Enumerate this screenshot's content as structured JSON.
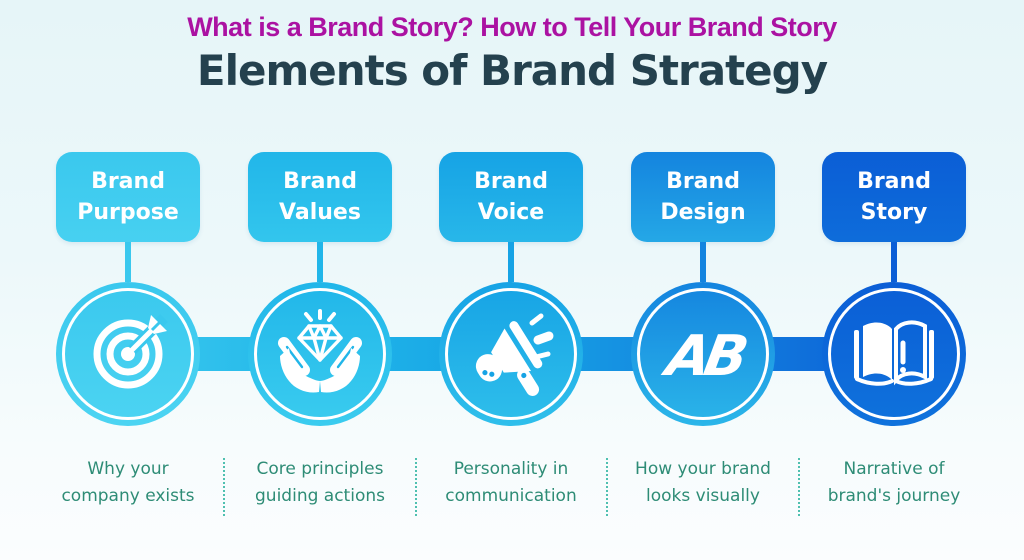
{
  "page": {
    "headline": "What is a Brand Story? How to Tell Your Brand Story",
    "title": "Elements of Brand Strategy",
    "headline_color": "#AB12A2",
    "title_color": "#24414E",
    "description_color": "#2E8C76",
    "divider_color": "#4FC0B0",
    "background_top": "#E6F5F8",
    "background_bottom": "#FBFDFE"
  },
  "elements": [
    {
      "label": "Brand Purpose",
      "label_lines": [
        "Brand",
        "Purpose"
      ],
      "icon": "target-dart-icon",
      "description": "Why your company exists",
      "description_lines": [
        "Why your",
        "company exists"
      ],
      "color": "#3AC8EE",
      "color_light": "#4CD4F2"
    },
    {
      "label": "Brand Values",
      "label_lines": [
        "Brand",
        "Values"
      ],
      "icon": "hands-diamond-icon",
      "description": "Core principles guiding actions",
      "description_lines": [
        "Core principles",
        "guiding actions"
      ],
      "color": "#21B6E9",
      "color_light": "#3ACCEF"
    },
    {
      "label": "Brand Voice",
      "label_lines": [
        "Brand",
        "Voice"
      ],
      "icon": "megaphone-icon",
      "description": "Personality in communication",
      "description_lines": [
        "Personality in",
        "communication"
      ],
      "color": "#16A3E5",
      "color_light": "#2FBFEB"
    },
    {
      "label": "Brand Design",
      "label_lines": [
        "Brand",
        "Design"
      ],
      "icon": "ab-monogram-icon",
      "monogram": "AB",
      "description": "How your brand looks visually",
      "description_lines": [
        "How your brand",
        "looks visually"
      ],
      "color": "#1484DF",
      "color_light": "#2BB6E9"
    },
    {
      "label": "Brand Story",
      "label_lines": [
        "Brand",
        "Story"
      ],
      "icon": "open-book-icon",
      "description": "Narrative of brand's journey",
      "description_lines": [
        "Narrative of",
        "brand's journey"
      ],
      "color": "#0B5ED6",
      "color_light": "#0F72DC"
    }
  ],
  "layout": {
    "column_centers": [
      128,
      320,
      511,
      703,
      894
    ]
  }
}
